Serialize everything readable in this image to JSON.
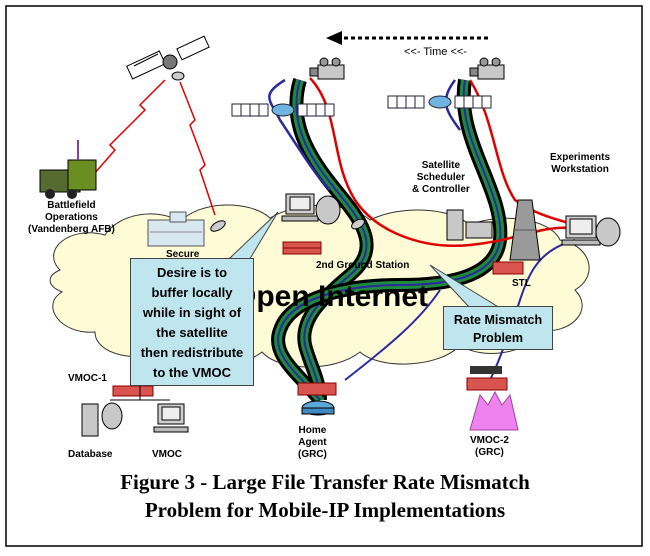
{
  "time_label": "<<- Time <<-",
  "cloud_label": "Open Internet",
  "nodes": {
    "battlefield": "Battlefield\nOperations\n(Vandenberg AFB)",
    "secure": "Secure",
    "ground2": "2nd Ground Station",
    "scheduler": "Satellite\nScheduler\n& Controller",
    "experiments": "Experiments\nWorkstation",
    "stl": "STL",
    "vmoc1": "VMOC-1",
    "database": "Database",
    "vmoc": "VMOC",
    "home_agent": "Home\nAgent\n(GRC)",
    "vmoc2": "VMOC-2\n(GRC)"
  },
  "callouts": {
    "buffer": "Desire is to\nbuffer locally\nwhile in sight of\nthe satellite\nthen redistribute\nto the VMOC",
    "mismatch": "Rate Mismatch\nProblem"
  },
  "caption": {
    "line1": "Figure 3 - Large File Transfer Rate Mismatch",
    "line2": "Problem for Mobile-IP Implementations"
  },
  "colors": {
    "callout_fill": "#bfe6ee",
    "cloud_fill": "#fffbd6",
    "red_link": "#e00000",
    "blue_link": "#2a2aa0",
    "green_band": "#1f8a3a"
  }
}
